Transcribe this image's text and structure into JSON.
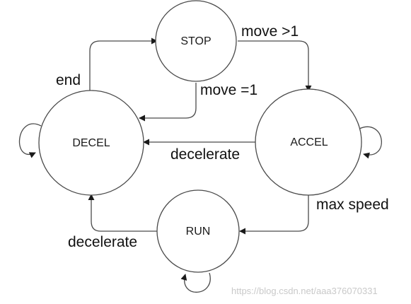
{
  "states": {
    "stop": "STOP",
    "decel": "DECEL",
    "accel": "ACCEL",
    "run": "RUN"
  },
  "transitions": {
    "stop_to_accel": "move >1",
    "stop_to_decel": "move =1",
    "decel_to_stop": "end",
    "accel_to_decel": "decelerate",
    "accel_to_run": "max speed",
    "run_to_decel": "decelerate"
  },
  "watermark": "https://blog.csdn.net/aaa376070331",
  "colors": {
    "stroke": "#4a4a4a",
    "text": "#111111",
    "watermark": "#c9c9c9"
  }
}
